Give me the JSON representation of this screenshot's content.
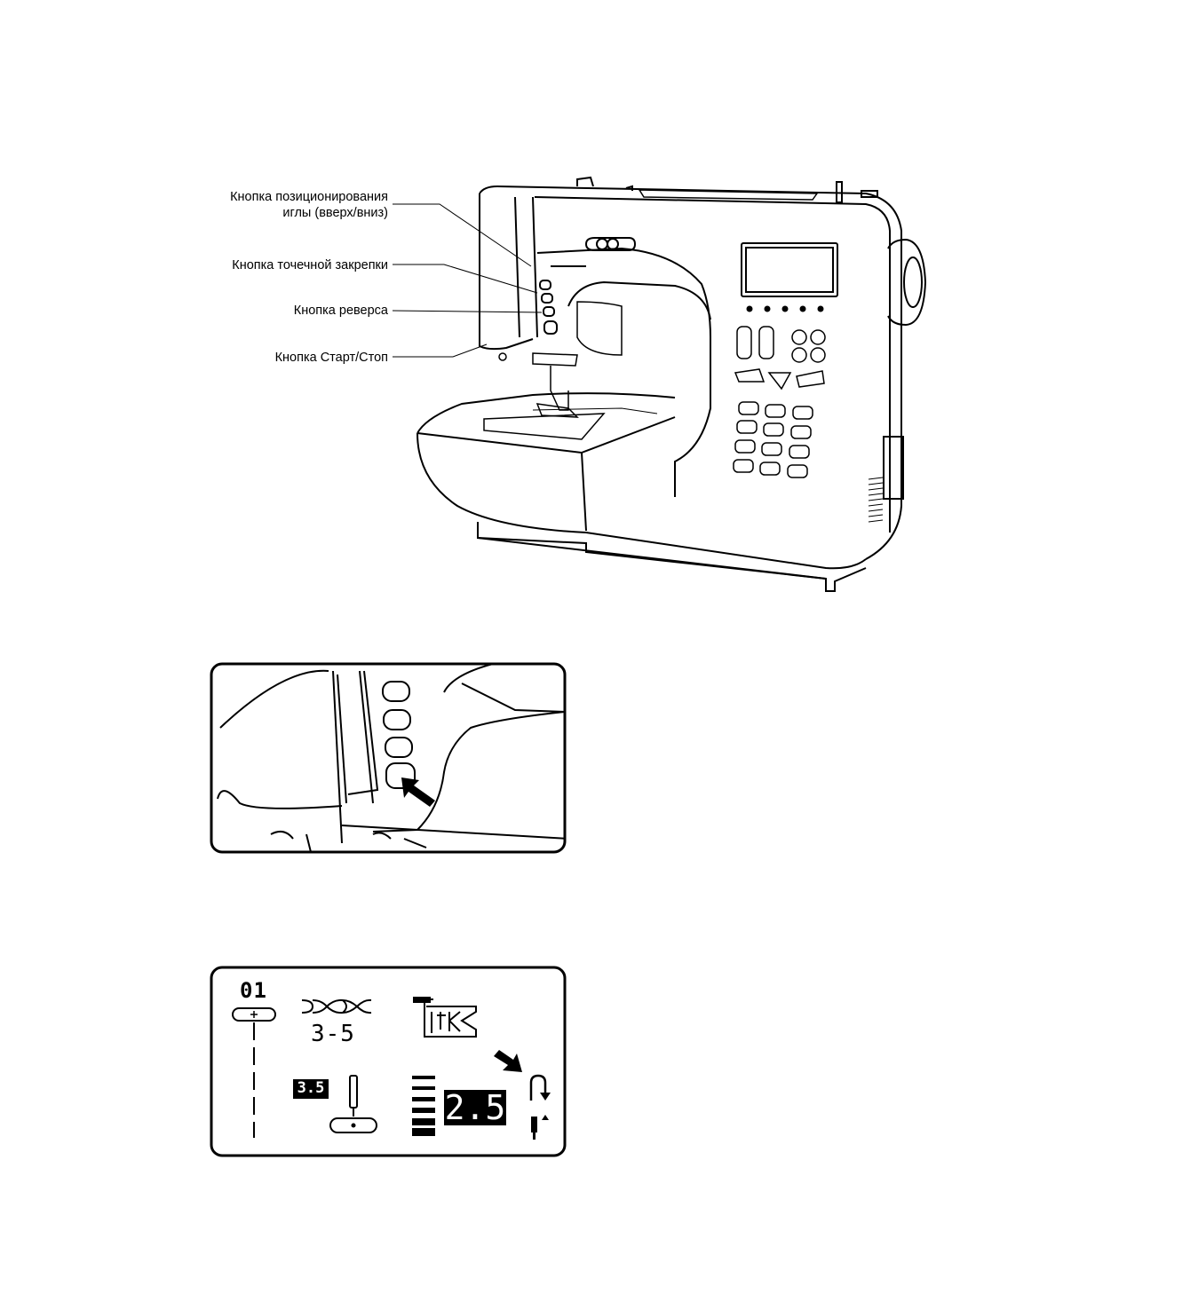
{
  "callouts": [
    {
      "line1": "Кнопка позиционирования",
      "line2": "иглы (вверх/вниз)"
    },
    {
      "line1": "Кнопка точечной закрепки"
    },
    {
      "line1": "Кнопка реверса"
    },
    {
      "line1": "Кнопка Старт/Стоп"
    }
  ],
  "lcd": {
    "pattern_number": "01",
    "foot": "3-5",
    "width_value": "3.5",
    "length_value": "2.5"
  }
}
